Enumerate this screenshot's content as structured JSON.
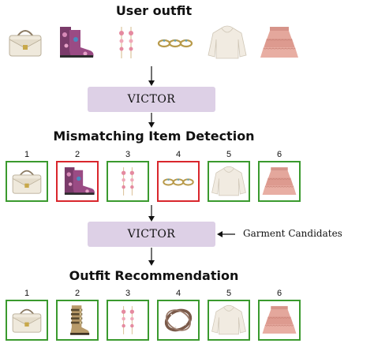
{
  "headings": {
    "user_outfit": "User outfit",
    "detection": "Mismatching Item Detection",
    "recommendation": "Outfit Recommendation"
  },
  "model": {
    "label_1": "VICTOR",
    "label_2": "VICTOR"
  },
  "candidates_label": "Garment Candidates",
  "user_outfit_items": [
    {
      "icon": "handbag-icon"
    },
    {
      "icon": "rain-boots-icon"
    },
    {
      "icon": "earrings-icon"
    },
    {
      "icon": "rings-icon"
    },
    {
      "icon": "hoodie-icon"
    },
    {
      "icon": "ruffle-skirt-icon"
    }
  ],
  "detection_items": [
    {
      "number": "1",
      "status": "match",
      "icon": "handbag-icon"
    },
    {
      "number": "2",
      "status": "mismatch",
      "icon": "rain-boots-icon"
    },
    {
      "number": "3",
      "status": "match",
      "icon": "earrings-icon"
    },
    {
      "number": "4",
      "status": "mismatch",
      "icon": "rings-icon"
    },
    {
      "number": "5",
      "status": "match",
      "icon": "hoodie-icon"
    },
    {
      "number": "6",
      "status": "match",
      "icon": "ruffle-skirt-icon"
    }
  ],
  "recommendation_items": [
    {
      "number": "1",
      "icon": "handbag-icon"
    },
    {
      "number": "2",
      "icon": "buckle-boots-icon"
    },
    {
      "number": "3",
      "icon": "earrings-icon"
    },
    {
      "number": "4",
      "icon": "crossover-ring-icon"
    },
    {
      "number": "5",
      "icon": "hoodie-icon"
    },
    {
      "number": "6",
      "icon": "ruffle-skirt-icon"
    }
  ],
  "colors": {
    "match_border": "#3a9a2e",
    "mismatch_border": "#d9262c",
    "model_box": "#ddd0e6"
  }
}
